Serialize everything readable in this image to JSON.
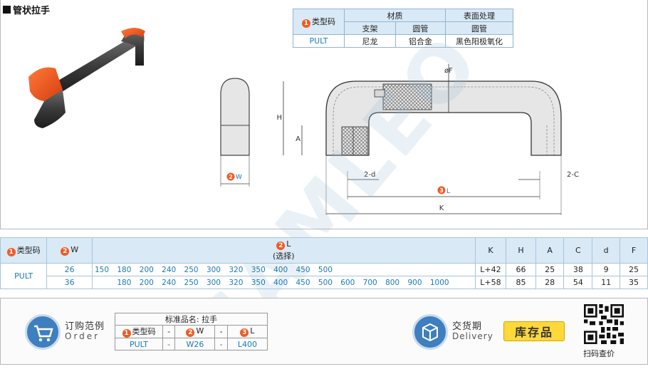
{
  "title": "管状拉手",
  "material_table": {
    "type_code_label": "类型码",
    "material_label": "材质",
    "surface_label": "表面处理",
    "bracket_label": "支架",
    "tube_label": "圆管",
    "tube_label2": "圆管",
    "type_code": "PULT",
    "bracket_material": "尼龙",
    "tube_material": "铝合金",
    "surface": "黑色阳极氧化"
  },
  "drawing": {
    "w_label": "W",
    "l_label": "L",
    "h_label": "H",
    "a_label": "A",
    "k_label": "K",
    "f_label": "øF",
    "d_label": "2-d",
    "c_label": "2-C"
  },
  "spec_table": {
    "type_code_label": "类型码",
    "w_label": "W",
    "l_label": "L",
    "l_sub": "(选择)",
    "k_label": "K",
    "h_label": "H",
    "a_label": "A",
    "c_label": "C",
    "d_label": "d",
    "f_label": "F",
    "type_code": "PULT",
    "rows": [
      {
        "w": "26",
        "l": [
          "150",
          "180",
          "200",
          "240",
          "250",
          "300",
          "320",
          "350",
          "400",
          "450",
          "500",
          "",
          "",
          "",
          "",
          "",
          ""
        ],
        "k": "L+42",
        "h": "66",
        "a": "25",
        "c": "38",
        "d": "9",
        "f": "25"
      },
      {
        "w": "36",
        "l": [
          "",
          "180",
          "200",
          "240",
          "250",
          "300",
          "320",
          "350",
          "400",
          "450",
          "500",
          "600",
          "700",
          "800",
          "900",
          "1000"
        ],
        "k": "L+58",
        "h": "85",
        "a": "28",
        "c": "54",
        "d": "11",
        "f": "35"
      }
    ]
  },
  "order": {
    "order_label": "订购范例",
    "order_sub": "Order",
    "std_title": "标准品名: 拉手",
    "type_code_label": "类型码",
    "dash": "-",
    "w_label": "W",
    "l_label": "L",
    "type_code": "PULT",
    "w_value": "W26",
    "l_value": "L400",
    "delivery_label": "交货期",
    "delivery_sub": "Delivery",
    "stock_label": "库存品",
    "qr_label": "扫码查价"
  },
  "watermark": "SAMLEO",
  "colors": {
    "accent": "#f25a22",
    "header_bg": "#d9e9f6",
    "link_blue": "#1a7ab8",
    "icon_blue": "#3d7fbf",
    "stock_yellow": "#ffd83a"
  }
}
